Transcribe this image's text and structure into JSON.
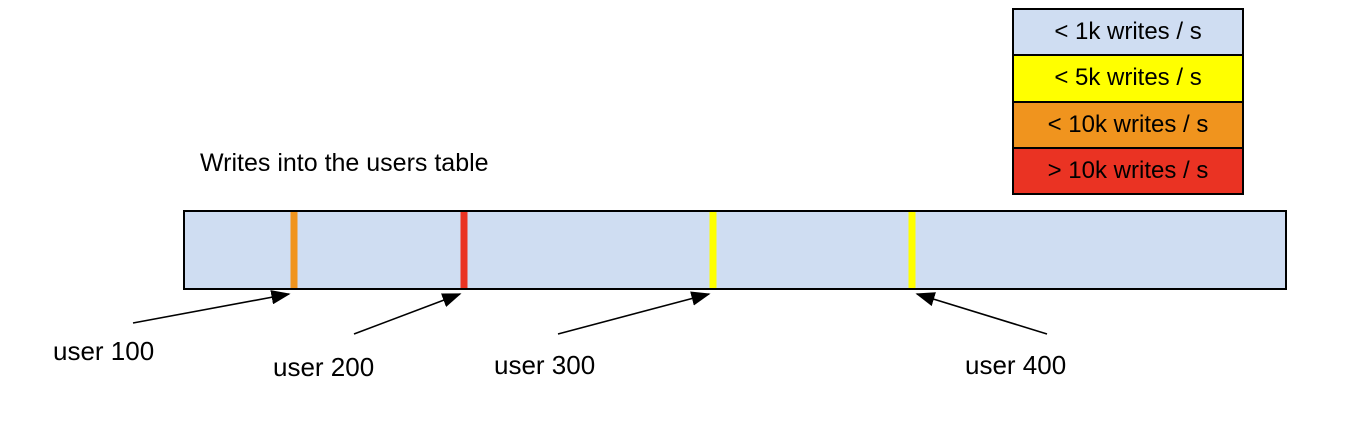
{
  "title": "Writes into the users table",
  "legend": {
    "items": [
      {
        "label": "< 1k writes / s",
        "color": "#cfddf2"
      },
      {
        "label": "< 5k writes / s",
        "color": "#ffff00"
      },
      {
        "label": "< 10k writes / s",
        "color": "#f0941e"
      },
      {
        "label": "> 10k writes / s",
        "color": "#ea3323"
      }
    ]
  },
  "table_bar": {
    "fill": "#cfddf2",
    "border_color": "#000000",
    "markers": [
      {
        "label": "user 100",
        "color": "#f0941e",
        "rate": "< 10k writes / s",
        "position_pct": 9.9
      },
      {
        "label": "user 200",
        "color": "#ea3323",
        "rate": "> 10k writes / s",
        "position_pct": 25.4
      },
      {
        "label": "user 300",
        "color": "#ffff00",
        "rate": "< 5k writes / s",
        "position_pct": 48.0
      },
      {
        "label": "user 400",
        "color": "#ffff00",
        "rate": "< 5k writes / s",
        "position_pct": 66.1
      }
    ]
  }
}
